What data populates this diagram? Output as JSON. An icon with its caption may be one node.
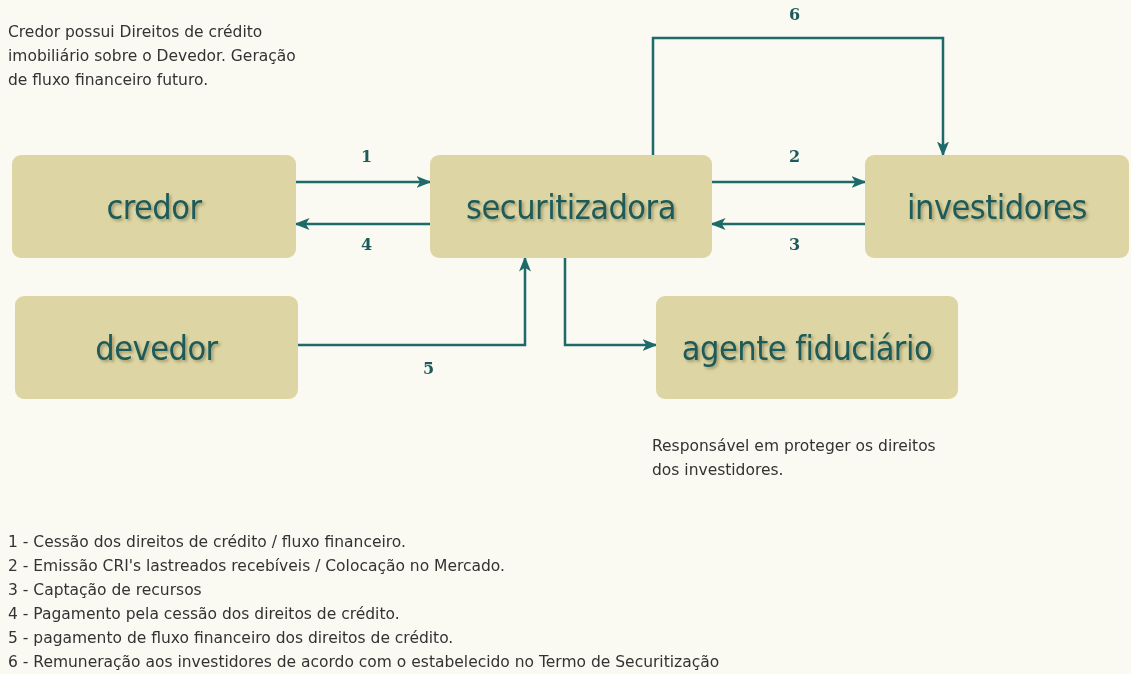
{
  "diagram": {
    "nodes": [
      {
        "text": [
          "credor"
        ]
      },
      {
        "text": [
          "securitizadora"
        ]
      },
      {
        "text": [
          "investidores"
        ]
      },
      {
        "text": [
          "devedor"
        ]
      },
      {
        "text": [
          "agente fiduciário"
        ],
        "beside": [
          "Responsável em proteger os direitos dos investidores."
        ]
      }
    ],
    "edges": [
      {
        "from": 0,
        "to": 1,
        "arrow": "to",
        "label": "1"
      },
      {
        "from": 1,
        "to": 0,
        "arrow": "to",
        "label": "4"
      },
      {
        "from": 1,
        "to": 2,
        "arrow": "to",
        "label": "2"
      },
      {
        "from": 2,
        "to": 1,
        "arrow": "to",
        "label": "3"
      },
      {
        "from": 3,
        "to": 1,
        "arrow": "to",
        "label": "5"
      },
      {
        "from": 1,
        "to": 4,
        "arrow": "to"
      },
      {
        "from": 1,
        "to": 2,
        "arrow": "to",
        "label": "6"
      }
    ],
    "labels": [
      "Credor possui Direitos de crédito imobiliário sobre o Devedor. Geração de fluxo financeiro futuro.",
      "1 - Cessão dos direitos de crédito / fluxo financeiro.",
      "2 - Emissão CRI's lastreados recebíveis / Colocação no Mercado.",
      "3 - Captação de recursos",
      "4 - Pagamento pela cessão dos direitos de crédito.",
      "5 - pagamento de fluxo financeiro dos direitos de crédito.",
      "6 - Remuneração aos investidores de acordo com o estabelecido no Termo de Securitização"
    ]
  }
}
